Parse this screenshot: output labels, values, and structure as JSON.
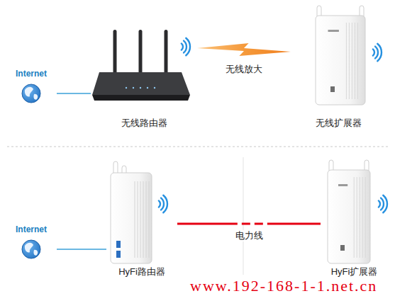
{
  "diagram": {
    "nodes": [
      {
        "text": [
          "Internet"
        ]
      },
      {
        "text": [
          "无线路由器"
        ]
      },
      {
        "text": [
          "无线扩展器"
        ]
      },
      {
        "text": [
          "Internet"
        ]
      },
      {
        "text": [
          "HyFi路由器"
        ]
      },
      {
        "text": [
          "HyFi扩展器"
        ]
      }
    ],
    "edges": [
      {
        "from": 0,
        "to": 1,
        "arrow": "none"
      },
      {
        "from": 1,
        "to": 2,
        "label": "无线放大",
        "arrow": "none"
      },
      {
        "from": 3,
        "to": 4,
        "arrow": "none"
      },
      {
        "from": 4,
        "to": 5,
        "label": "电力线",
        "arrow": "none"
      }
    ],
    "labels": [
      "www.192-168-1-1.net.cn"
    ]
  }
}
